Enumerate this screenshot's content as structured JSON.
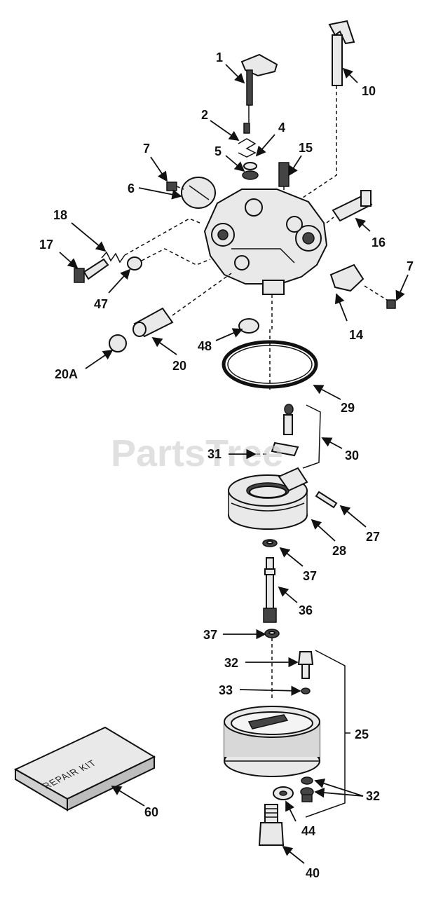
{
  "watermark": "PartsTree",
  "repair_kit_text": "REPAIR KIT",
  "callouts": [
    {
      "id": "1",
      "label": "1"
    },
    {
      "id": "2",
      "label": "2"
    },
    {
      "id": "4",
      "label": "4"
    },
    {
      "id": "5",
      "label": "5"
    },
    {
      "id": "7a",
      "label": "7"
    },
    {
      "id": "6",
      "label": "6"
    },
    {
      "id": "10",
      "label": "10"
    },
    {
      "id": "15",
      "label": "15"
    },
    {
      "id": "16",
      "label": "16"
    },
    {
      "id": "18",
      "label": "18"
    },
    {
      "id": "17",
      "label": "17"
    },
    {
      "id": "7b",
      "label": "7"
    },
    {
      "id": "47",
      "label": "47"
    },
    {
      "id": "14",
      "label": "14"
    },
    {
      "id": "48",
      "label": "48"
    },
    {
      "id": "20A",
      "label": "20A"
    },
    {
      "id": "20",
      "label": "20"
    },
    {
      "id": "29",
      "label": "29"
    },
    {
      "id": "31",
      "label": "31"
    },
    {
      "id": "30",
      "label": "30"
    },
    {
      "id": "27",
      "label": "27"
    },
    {
      "id": "28",
      "label": "28"
    },
    {
      "id": "37a",
      "label": "37"
    },
    {
      "id": "36",
      "label": "36"
    },
    {
      "id": "37b",
      "label": "37"
    },
    {
      "id": "32a",
      "label": "32"
    },
    {
      "id": "33",
      "label": "33"
    },
    {
      "id": "25",
      "label": "25"
    },
    {
      "id": "32b",
      "label": "32"
    },
    {
      "id": "60",
      "label": "60"
    },
    {
      "id": "44",
      "label": "44"
    },
    {
      "id": "40",
      "label": "40"
    }
  ]
}
